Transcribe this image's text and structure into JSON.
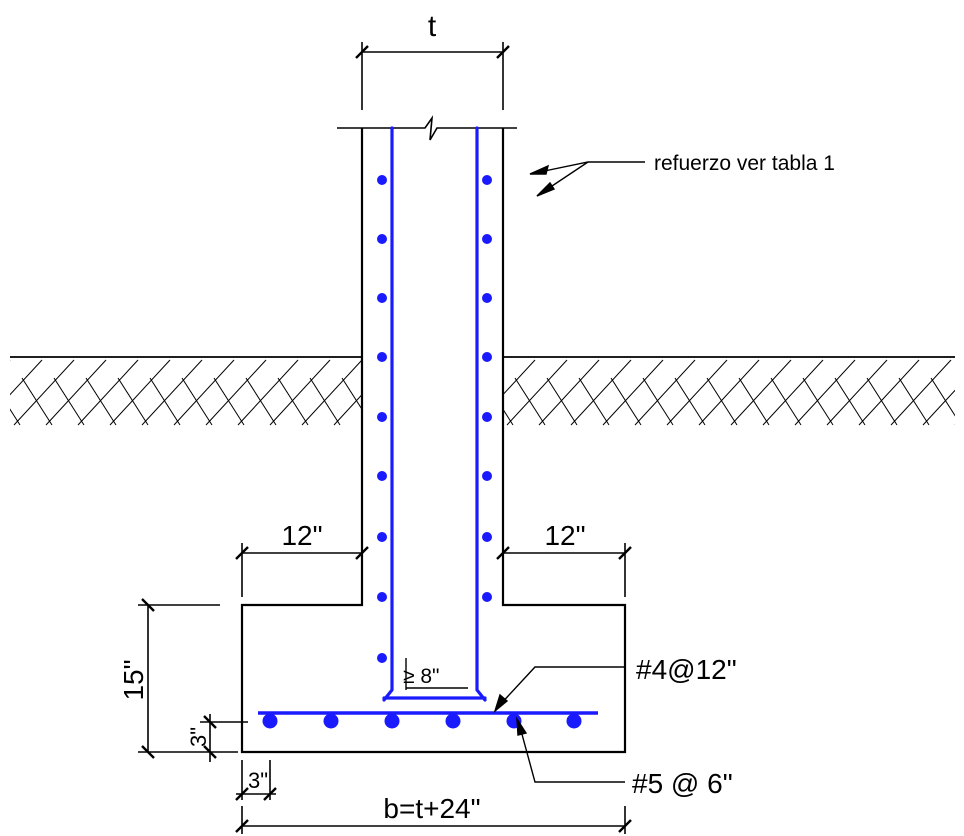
{
  "labels": {
    "wall_thickness": "t",
    "reinforcement_note": "refuerzo ver tabla 1",
    "left_overhang": "12\"",
    "right_overhang": "12\"",
    "footing_depth": "15\"",
    "bottom_cover": "3\"",
    "side_cover": "3\"",
    "footing_width": "b=t+24\"",
    "top_bar_spec": "#4@12\"",
    "bottom_bar_spec": "#5 @ 6\"",
    "hook_length": "≥ 8\""
  },
  "colors": {
    "rebar": "#1a1aff",
    "line": "#000000"
  }
}
